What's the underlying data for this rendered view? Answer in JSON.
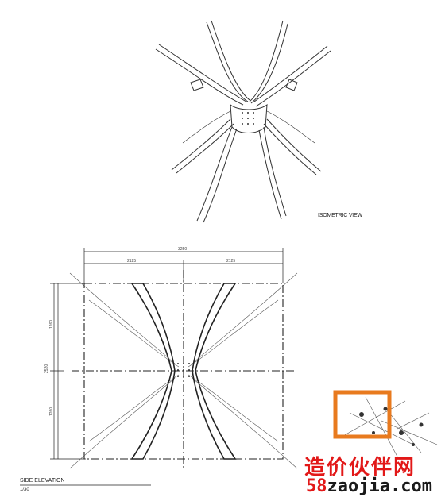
{
  "views": {
    "isometric": {
      "label": "ISOMETRIC VIEW"
    },
    "side_elevation": {
      "label": "SIDE ELEVATION",
      "scale": "1/30"
    }
  },
  "dimensions": {
    "overall_width": "3250",
    "half_left": "2125",
    "half_right": "2125",
    "overall_height": "2520",
    "upper_height": "1260",
    "lower_height": "1260"
  },
  "watermark": {
    "logo_icon": "network-logo-icon",
    "cn_text": "造价伙伴网",
    "url_prefix": "58",
    "url_rest": "zaojia.com",
    "colors": {
      "red": "#e21818",
      "orange": "#e87a1e",
      "dark": "#1a1a1a"
    }
  }
}
